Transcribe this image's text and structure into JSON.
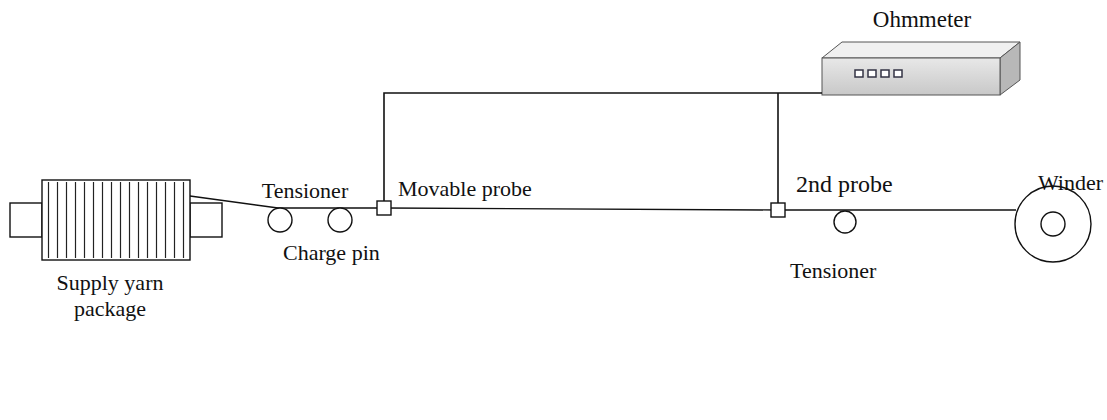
{
  "diagram": {
    "labels": [
      "Ohmmeter",
      "Tensioner",
      "Movable probe",
      "2nd probe",
      "Winder",
      "Charge pin",
      "Tensioner",
      "Supply yarn package"
    ]
  }
}
